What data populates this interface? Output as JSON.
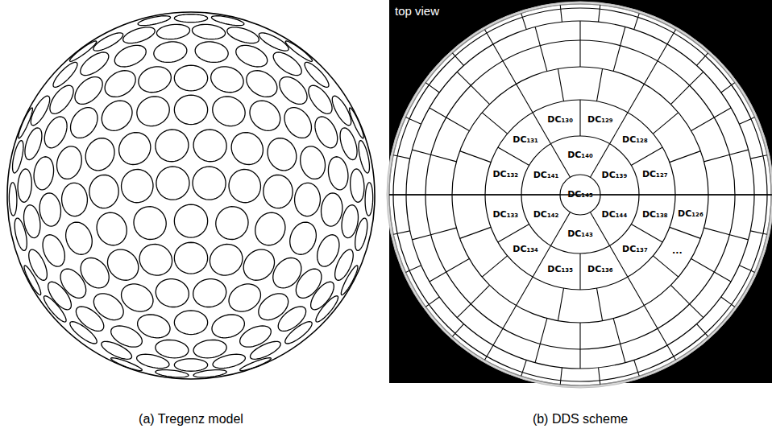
{
  "diagram": {
    "labels": [
      "top view",
      "DC₁₃₀",
      "DC₁₂₉",
      "DC₁₂₈",
      "DC₁₃₁",
      "DC₁₄₀",
      "DC₁₂₇",
      "DC₁₃₂",
      "DC₁₄₁",
      "DC₁₃₉",
      "DC₁₄₅",
      "DC₁₃₃",
      "DC₁₄₂",
      "DC₁₄₄",
      "DC₁₃₈",
      "DC₁₂₆",
      "DC₁₄₃",
      "DC₁₃₄",
      "DC₁₃₇",
      "...",
      "DC₁₃₅",
      "DC₁₃₆",
      "(a) Tregenz model",
      "(b) DDS scheme"
    ]
  }
}
